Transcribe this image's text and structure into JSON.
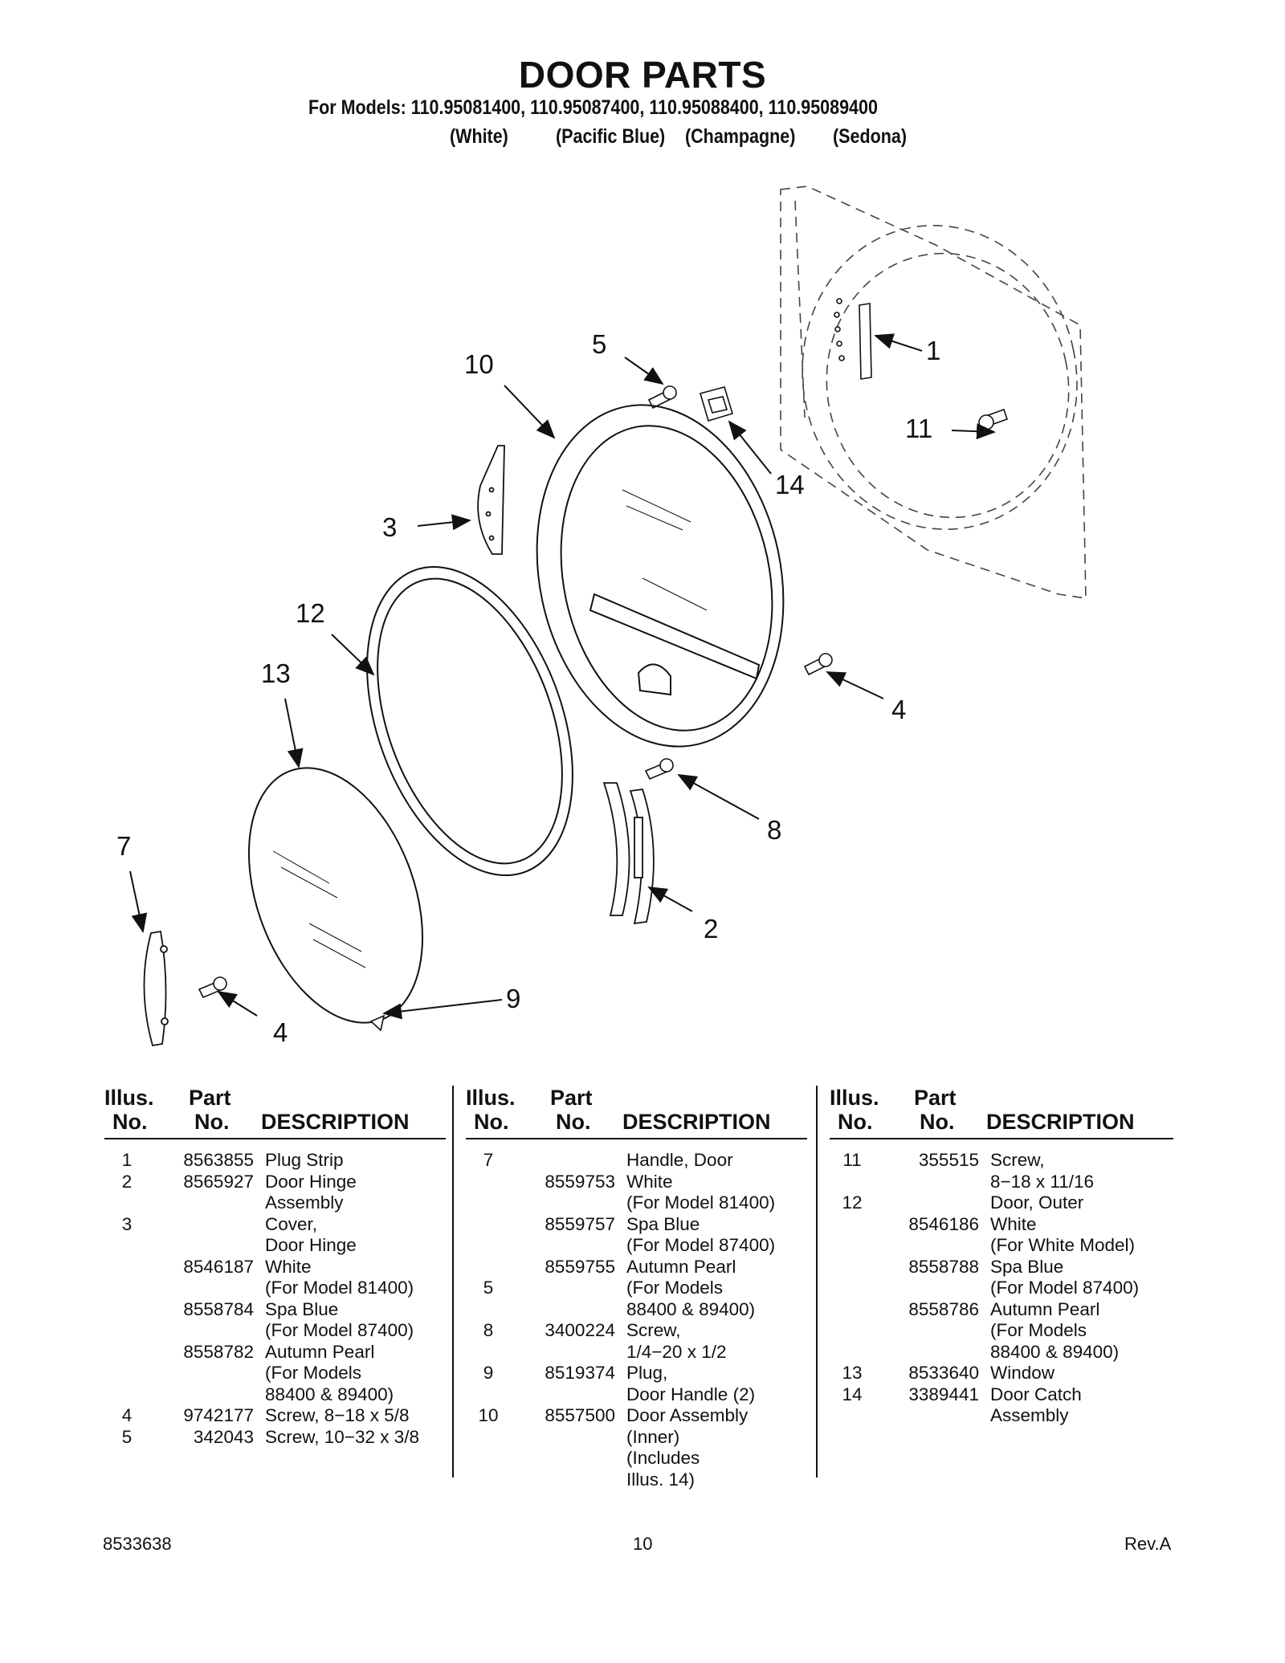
{
  "title": "DOOR PARTS",
  "models_line": "For Models: 110.95081400, 110.95087400, 110.95088400, 110.95089400",
  "colors": [
    "(White)",
    "(Pacific Blue)",
    "(Champagne)",
    "(Sedona)"
  ],
  "callouts": [
    "1",
    "2",
    "3",
    "4",
    "4",
    "5",
    "7",
    "8",
    "9",
    "10",
    "11",
    "12",
    "13",
    "14"
  ],
  "table_headers": {
    "illus_line1": "Illus.",
    "illus_line2": "No.",
    "part_line1": "Part",
    "part_line2": "No.",
    "description": "DESCRIPTION"
  },
  "columns": [
    [
      {
        "illus": "1",
        "part": "8563855",
        "desc": "Plug Strip"
      },
      {
        "illus": "2",
        "part": "8565927",
        "desc": "Door Hinge"
      },
      {
        "illus": "",
        "part": "",
        "desc": "Assembly"
      },
      {
        "illus": "3",
        "part": "",
        "desc": "Cover,"
      },
      {
        "illus": "",
        "part": "",
        "desc": "Door Hinge"
      },
      {
        "illus": "",
        "part": "8546187",
        "desc": "White"
      },
      {
        "illus": "",
        "part": "",
        "desc": "(For Model 81400)"
      },
      {
        "illus": "",
        "part": "8558784",
        "desc": "Spa Blue"
      },
      {
        "illus": "",
        "part": "",
        "desc": "(For Model 87400)"
      },
      {
        "illus": "",
        "part": "8558782",
        "desc": "Autumn Pearl"
      },
      {
        "illus": "",
        "part": "",
        "desc": "(For Models"
      },
      {
        "illus": "",
        "part": "",
        "desc": "88400 & 89400)"
      },
      {
        "illus": "4",
        "part": "9742177",
        "desc": "Screw, 8−18 x 5/8"
      },
      {
        "illus": "5",
        "part": "342043",
        "desc": "Screw, 10−32 x 3/8"
      }
    ],
    [
      {
        "illus": "7",
        "part": "",
        "desc": "Handle, Door"
      },
      {
        "illus": "",
        "part": "8559753",
        "desc": "White"
      },
      {
        "illus": "",
        "part": "",
        "desc": "(For Model 81400)"
      },
      {
        "illus": "",
        "part": "8559757",
        "desc": "Spa Blue"
      },
      {
        "illus": "",
        "part": "",
        "desc": "(For Model 87400)"
      },
      {
        "illus": "",
        "part": "8559755",
        "desc": "Autumn Pearl"
      },
      {
        "illus": "5",
        "part": "",
        "desc": "(For Models"
      },
      {
        "illus": "",
        "part": "",
        "desc": "88400 & 89400)"
      },
      {
        "illus": "8",
        "part": "3400224",
        "desc": "Screw,"
      },
      {
        "illus": "",
        "part": "",
        "desc": "1/4−20 x 1/2"
      },
      {
        "illus": "9",
        "part": "8519374",
        "desc": "Plug,"
      },
      {
        "illus": "",
        "part": "",
        "desc": "Door Handle (2)"
      },
      {
        "illus": "10",
        "part": "8557500",
        "desc": "Door Assembly"
      },
      {
        "illus": "",
        "part": "",
        "desc": "(Inner)"
      },
      {
        "illus": "",
        "part": "",
        "desc": "(Includes"
      },
      {
        "illus": "",
        "part": "",
        "desc": " Illus. 14)"
      }
    ],
    [
      {
        "illus": "11",
        "part": "355515",
        "desc": "Screw,"
      },
      {
        "illus": "",
        "part": "",
        "desc": "8−18 x 11/16"
      },
      {
        "illus": "12",
        "part": "",
        "desc": "Door, Outer"
      },
      {
        "illus": "",
        "part": "8546186",
        "desc": "White"
      },
      {
        "illus": "",
        "part": "",
        "desc": "(For White Model)"
      },
      {
        "illus": "",
        "part": "8558788",
        "desc": "Spa Blue"
      },
      {
        "illus": "",
        "part": "",
        "desc": "(For Model 87400)"
      },
      {
        "illus": "",
        "part": "8558786",
        "desc": "Autumn Pearl"
      },
      {
        "illus": "",
        "part": "",
        "desc": "(For Models"
      },
      {
        "illus": "",
        "part": "",
        "desc": "88400 & 89400)"
      },
      {
        "illus": "13",
        "part": "8533640",
        "desc": "Window"
      },
      {
        "illus": "14",
        "part": "3389441",
        "desc": "Door Catch"
      },
      {
        "illus": "",
        "part": "",
        "desc": "Assembly"
      }
    ]
  ],
  "footer": {
    "doc_number": "8533638",
    "page": "10",
    "revision": "Rev.A"
  }
}
